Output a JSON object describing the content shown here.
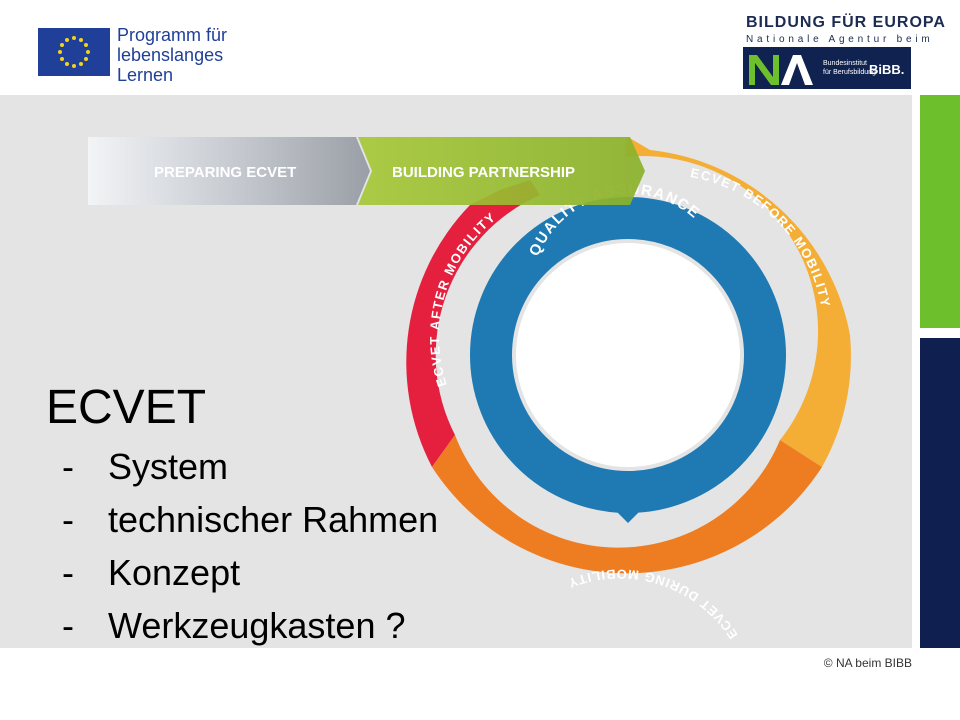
{
  "header": {
    "program_lines": [
      "Programm für",
      "lebenslanges",
      "Lernen"
    ],
    "agency_title": "BILDUNG FÜR EUROPA",
    "agency_subtitle": "Nationale Agentur beim",
    "bibb_line1": "Bundesinstitut",
    "bibb_line2": "für Berufsbildung",
    "bibb_logo": "BiBB."
  },
  "diagram": {
    "arrow1": "PREPARING ECVET",
    "arrow2": "BUILDING PARTNERSHIP",
    "center": "QUALITY ASSURANCE",
    "seg_after": "ECVET AFTER MOBILITY",
    "seg_before": "ECVET BEFORE MOBILITY",
    "seg_during": "ECVET DURING MOBILITY",
    "colors": {
      "red": "#e5203f",
      "yellow": "#f5ae35",
      "orange": "#ee7d22",
      "blue": "#1f7ab3",
      "green": "#96be2d"
    }
  },
  "content": {
    "title": "ECVET",
    "items": [
      "System",
      "technischer Rahmen",
      "Konzept",
      "Werkzeugkasten ?"
    ],
    "bullet": "-"
  },
  "footer": {
    "copyright": "© NA beim BIBB"
  }
}
